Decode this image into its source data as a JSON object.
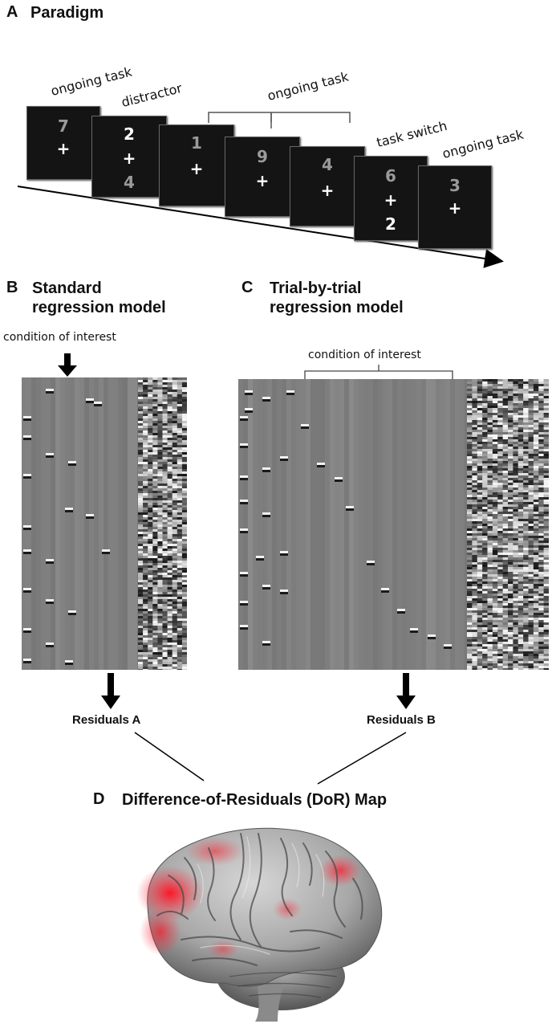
{
  "panel_a": {
    "letter": "A",
    "title": "Paradigm",
    "labels": {
      "ongoing_1": "ongoing task",
      "distractor": "distractor",
      "ongoing_bracket": "ongoing task",
      "task_switch": "task switch",
      "ongoing_last": "ongoing task"
    },
    "screens": [
      {
        "top": "7",
        "mid": "+",
        "bottom": ""
      },
      {
        "top": "2",
        "mid": "+",
        "bottom": "4"
      },
      {
        "top": "1",
        "mid": "+",
        "bottom": ""
      },
      {
        "top": "9",
        "mid": "+",
        "bottom": ""
      },
      {
        "top": "4",
        "mid": "+",
        "bottom": ""
      },
      {
        "top": "6",
        "mid": "+",
        "bottom": "2"
      },
      {
        "top": "3",
        "mid": "+",
        "bottom": ""
      }
    ]
  },
  "panel_b": {
    "letter": "B",
    "title_line1": "Standard",
    "title_line2": "regression model",
    "condition_label": "condition of interest",
    "residuals_label": "Residuals A"
  },
  "panel_c": {
    "letter": "C",
    "title_line1": "Trial-by-trial",
    "title_line2": "regression model",
    "condition_label": "condition of interest",
    "residuals_label": "Residuals B"
  },
  "panel_d": {
    "letter": "D",
    "title": "Difference-of-Residuals (DoR) Map"
  },
  "colors": {
    "screen": "#141414",
    "digit_white": "#ffffff",
    "digit_gray": "#9a9a9a",
    "matrix_bg": "#8c8c8c",
    "activation": "#e0202a"
  }
}
